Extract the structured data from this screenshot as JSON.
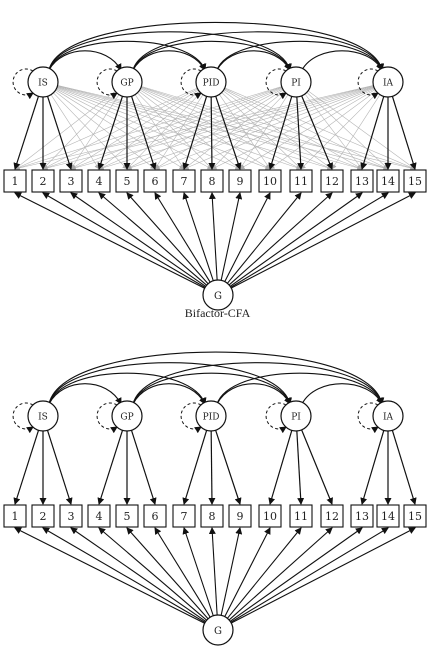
{
  "caption": "Bifactor-CFA",
  "general_factor_label": "G",
  "factors": [
    {
      "label": "IS",
      "items": [
        1,
        2,
        3
      ]
    },
    {
      "label": "GP",
      "items": [
        4,
        5,
        6
      ]
    },
    {
      "label": "PID",
      "items": [
        7,
        8,
        9
      ]
    },
    {
      "label": "PI",
      "items": [
        10,
        11,
        12
      ]
    },
    {
      "label": "IA",
      "items": [
        13,
        14,
        15
      ]
    }
  ],
  "item_labels": [
    "1",
    "2",
    "3",
    "4",
    "5",
    "6",
    "7",
    "8",
    "9",
    "10",
    "11",
    "12",
    "13",
    "14",
    "15"
  ],
  "panels": [
    {
      "id": "top",
      "cross_loadings": true
    },
    {
      "id": "bottom",
      "cross_loadings": false
    }
  ]
}
